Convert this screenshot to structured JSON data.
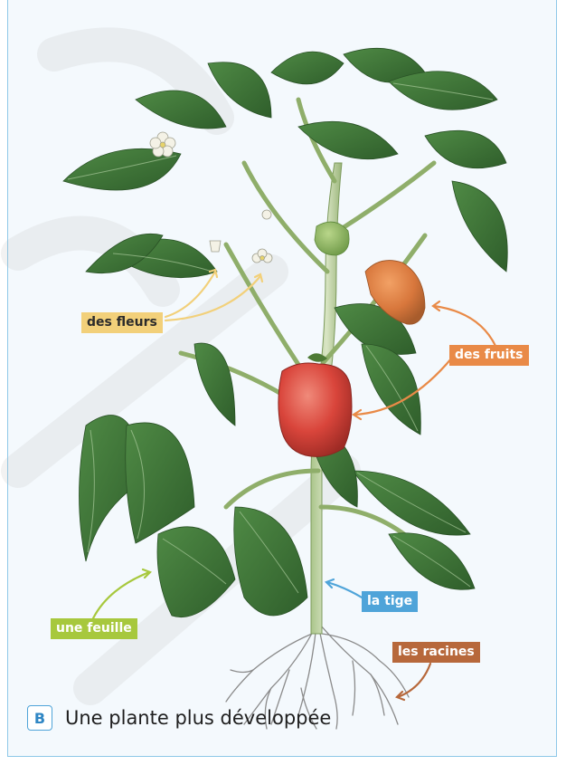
{
  "labels": {
    "flowers": "des fleurs",
    "fruits": "des fruits",
    "stem": "la tige",
    "leaf": "une feuille",
    "roots": "les racines"
  },
  "caption": {
    "badge": "B",
    "title": "Une plante plus développée"
  },
  "colors": {
    "flowers_label": "#f2d07a",
    "fruits_label": "#e98a47",
    "stem_label": "#4fa4d9",
    "leaf_label": "#a7c83d",
    "roots_label": "#b7683b",
    "frame_border": "#8ec8e8"
  }
}
